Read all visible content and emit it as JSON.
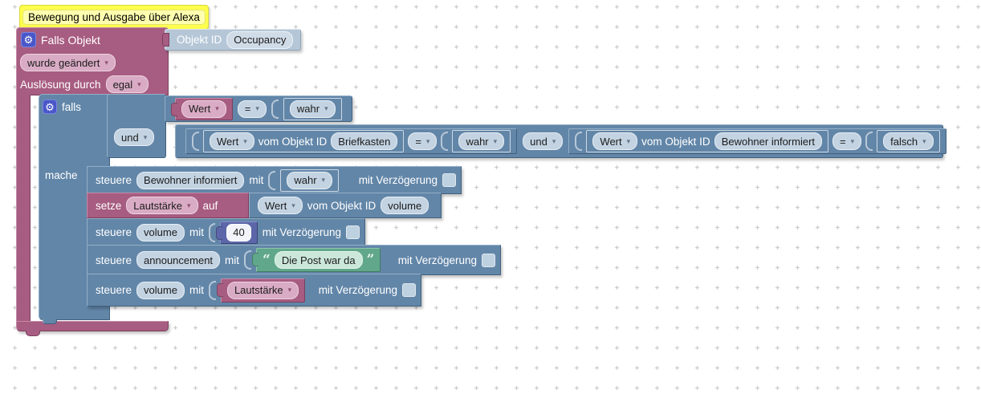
{
  "comment": {
    "text": "Bewegung und Ausgabe über Alexa"
  },
  "trigger": {
    "title": "Falls Objekt",
    "event_dropdown": "wurde geändert",
    "trigger_label": "Auslösung durch",
    "trigger_dropdown": "egal",
    "objekt": {
      "label": "Objekt ID",
      "value": "Occupancy"
    }
  },
  "if": {
    "if_label": "falls",
    "do_label": "mache",
    "and1": "und",
    "and2": "und",
    "cond1": {
      "var": "Wert",
      "op": "=",
      "value": "wahr"
    },
    "cond2": {
      "var": "Wert",
      "vom": "vom Objekt ID",
      "objekt": "Briefkasten",
      "op": "=",
      "value": "wahr"
    },
    "cond3": {
      "var": "Wert",
      "vom": "vom Objekt ID",
      "objekt": "Bewohner informiert",
      "op": "=",
      "value": "falsch"
    }
  },
  "statements": {
    "s1": {
      "kw": "steuere",
      "objekt": "Bewohner informiert",
      "mit": "mit",
      "value": "wahr",
      "delay": "mit Verzögerung"
    },
    "s2": {
      "kw": "setze",
      "var": "Lautstärke",
      "auf": "auf",
      "getter_var": "Wert",
      "vom": "vom Objekt ID",
      "objekt": "volume"
    },
    "s3": {
      "kw": "steuere",
      "objekt": "volume",
      "mit": "mit",
      "value": "40",
      "delay": "mit Verzögerung"
    },
    "s4": {
      "kw": "steuere",
      "objekt": "announcement",
      "mit": "mit",
      "quote_open": "“",
      "text": "Die Post war da",
      "quote_close": "”",
      "delay": "mit Verzögerung"
    },
    "s5": {
      "kw": "steuere",
      "objekt": "volume",
      "mit": "mit",
      "var": "Lautstärke",
      "delay": "mit Verzögerung"
    }
  },
  "icons": {
    "gear": "⚙",
    "dropdown_arrow": "▾",
    "checkbox": "unchecked-square"
  },
  "colors": {
    "pink": "#a75c81",
    "pink_light": "#d9abc4",
    "pink_dark": "#7c3f5e",
    "pink_hl": "#c58ba7",
    "blue": "#6286a8",
    "blue_light": "#c3d3e2",
    "blue_dark": "#42617d",
    "blue_hl": "#93afc7",
    "objekt_block": "#b5c6d7",
    "objekt_pill": "#cfdbe7",
    "green": "#61a78b",
    "green_light": "#cbe7da",
    "green_dark": "#417b61",
    "green_hl": "#8fc4ad",
    "indigo": "#5c66a8",
    "indigo_pill": "#f2f4fa",
    "indigo_dark": "#3c4477",
    "indigo_hl": "#8690c9",
    "comment_bg": "#ffff4d",
    "comment_border": "#d9d93a",
    "comment_field": "#ffffb0",
    "gear_bg": "#4a57c9",
    "checkbox": "#bed1e0",
    "grid": "#c2c2c2"
  }
}
